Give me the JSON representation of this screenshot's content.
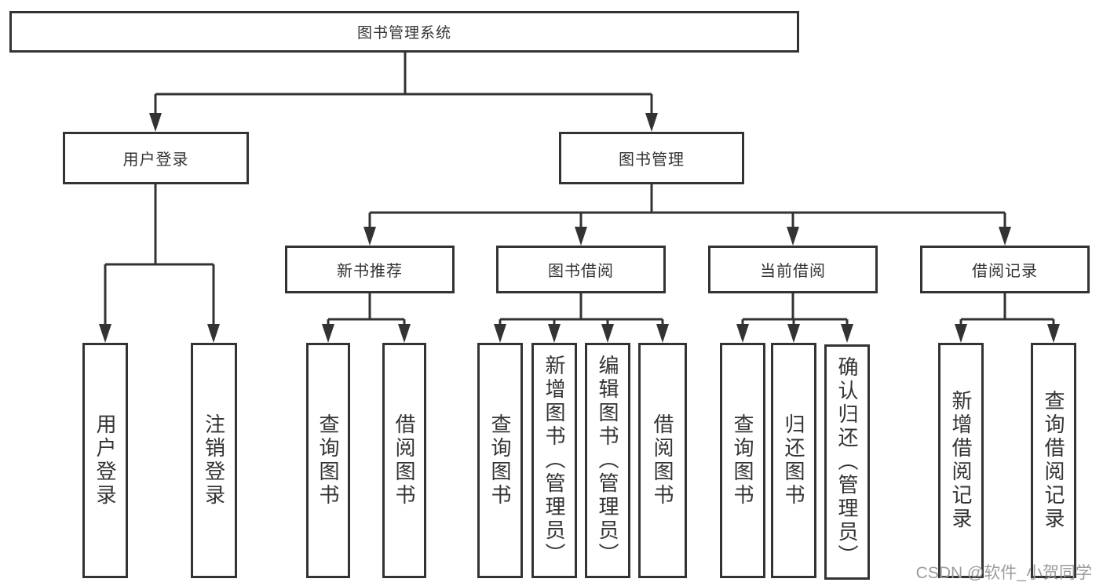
{
  "diagram": {
    "root": "图书管理系统",
    "level2": {
      "user_login": "用户登录",
      "book_mgmt": "图书管理"
    },
    "level3": [
      "新书推荐",
      "图书借阅",
      "当前借阅",
      "借阅记录"
    ],
    "leaves": [
      "用户登录",
      "注销登录",
      "查询图书",
      "借阅图书",
      "查询图书",
      "新增图书（管理员）",
      "编辑图书（管理员）",
      "借阅图书",
      "查询图书",
      "归还图书",
      "确认归还（管理员）",
      "新增借阅记录",
      "查询借阅记录"
    ]
  },
  "watermark": {
    "text": "CSDN @软件_小贺同学",
    "color": "#9c9c9c"
  },
  "colors": {
    "line": "#333333",
    "text": "#333333",
    "box_fill": "#ffffff",
    "background": "#ffffff"
  }
}
